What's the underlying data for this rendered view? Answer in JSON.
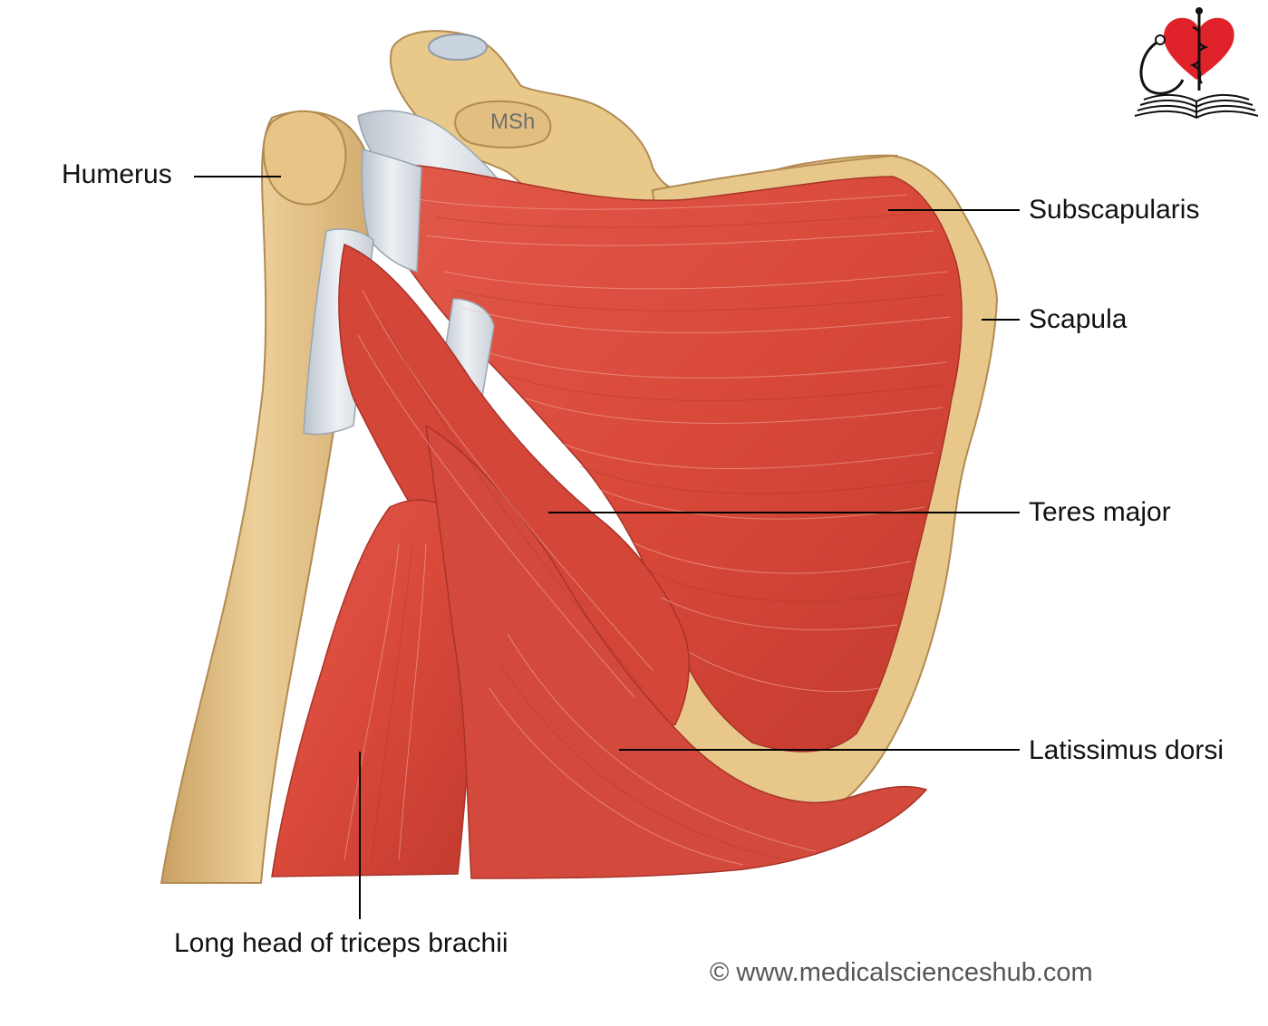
{
  "labels": {
    "humerus": "Humerus",
    "subscapularis": "Subscapularis",
    "scapula": "Scapula",
    "teres_major": "Teres major",
    "latissimus_dorsi": "Latissimus dorsi",
    "triceps_long_head": "Long head of triceps brachii"
  },
  "watermark": "MSh",
  "credit": "© www.medicalscienceshub.com",
  "colors": {
    "bone": "#e9c98a",
    "bone_shadow": "#c9a063",
    "muscle": "#d9493a",
    "muscle_dark": "#b53328",
    "tendon": "#dfe3e8",
    "heart": "#e0232b",
    "leader": "#000000"
  },
  "icons": [
    "heart-caduceus-logo",
    "open-book-icon"
  ]
}
